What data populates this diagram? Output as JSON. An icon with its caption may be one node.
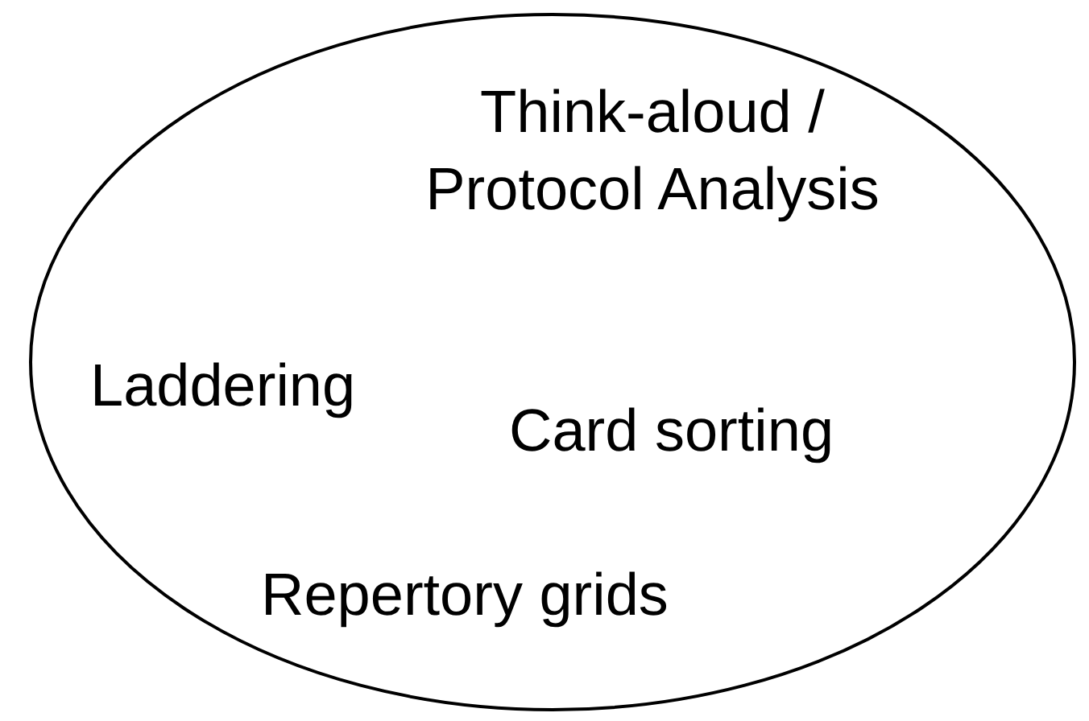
{
  "diagram": {
    "nodes": [
      {
        "text": [
          "Think-aloud / Protocol Analysis",
          "Laddering",
          "Card sorting",
          "Repertory grids"
        ]
      }
    ]
  }
}
